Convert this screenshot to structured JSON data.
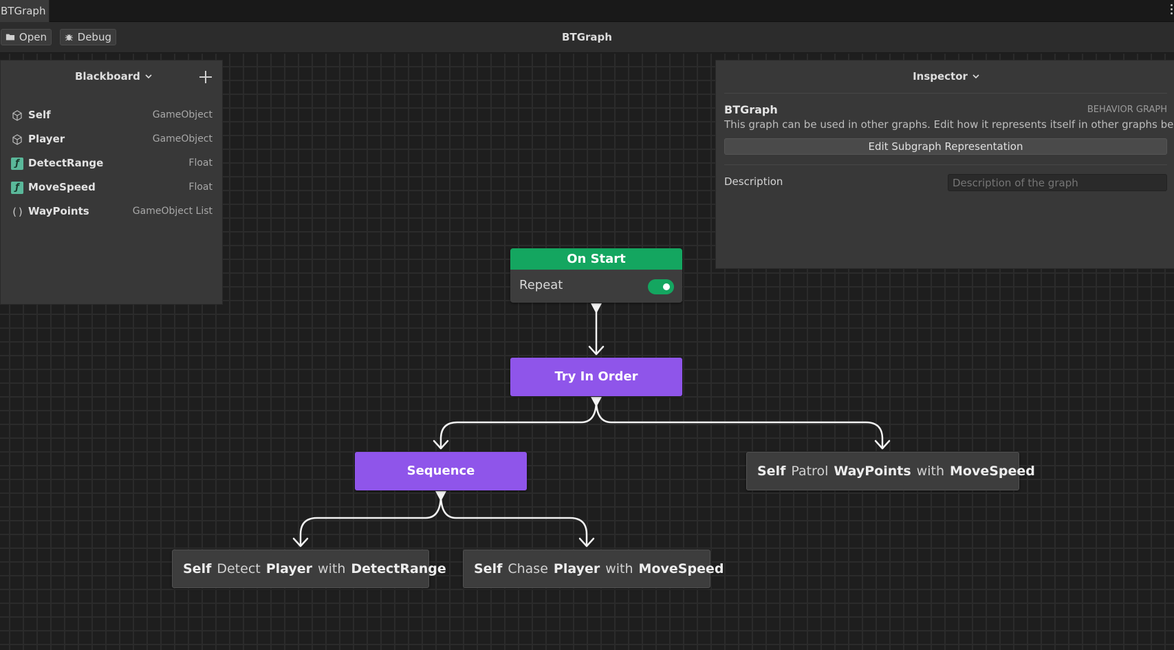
{
  "window": {
    "tab_label": "BTGraph"
  },
  "toolbar": {
    "open_label": "Open",
    "debug_label": "Debug",
    "title": "BTGraph"
  },
  "blackboard": {
    "title": "Blackboard",
    "add_icon": "plus-icon",
    "variables": [
      {
        "name": "Self",
        "type": "GameObject",
        "icon": "cube-icon"
      },
      {
        "name": "Player",
        "type": "GameObject",
        "icon": "cube-icon"
      },
      {
        "name": "DetectRange",
        "type": "Float",
        "icon": "float-icon"
      },
      {
        "name": "MoveSpeed",
        "type": "Float",
        "icon": "float-icon"
      },
      {
        "name": "WayPoints",
        "type": "GameObject List",
        "icon": "list-icon"
      }
    ]
  },
  "inspector": {
    "title": "Inspector",
    "graph_name": "BTGraph",
    "graph_kind": "BEHAVIOR GRAPH",
    "info_text": "This graph can be used in other graphs. Edit how it represents itself in other graphs below.",
    "edit_button": "Edit Subgraph Representation",
    "description_label": "Description",
    "description_placeholder": "Description of the graph"
  },
  "graph": {
    "on_start": {
      "title": "On Start",
      "repeat_label": "Repeat",
      "repeat_enabled": true
    },
    "try_in_order": {
      "label": "Try In Order"
    },
    "sequence": {
      "label": "Sequence"
    },
    "patrol": {
      "agent": "Self",
      "verb": "Patrol",
      "target": "WayPoints",
      "with": "with",
      "param": "MoveSpeed"
    },
    "detect": {
      "agent": "Self",
      "verb": "Detect",
      "target": "Player",
      "with": "with",
      "param": "DetectRange"
    },
    "chase": {
      "agent": "Self",
      "verb": "Chase",
      "target": "Player",
      "with": "with",
      "param": "MoveSpeed"
    }
  },
  "colors": {
    "on_start_green": "#14a660",
    "composite_purple": "#8f55ea",
    "float_icon": "#5ab89a"
  }
}
